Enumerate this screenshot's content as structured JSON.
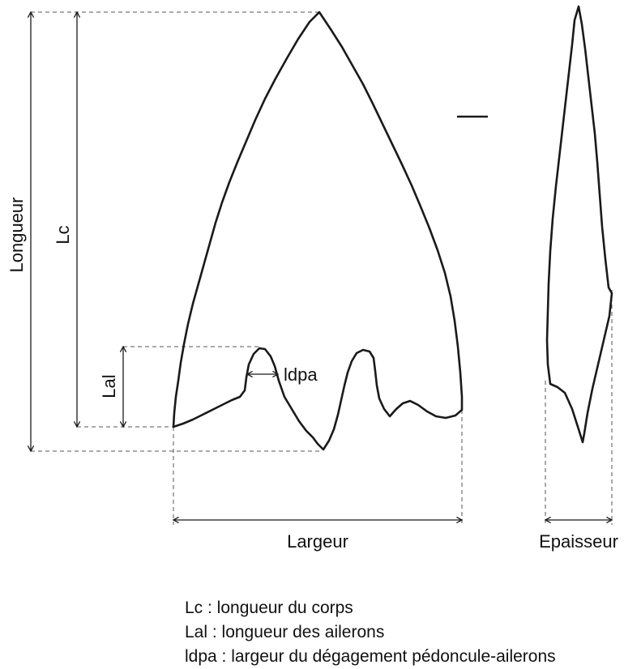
{
  "labels": {
    "longueur": "Longueur",
    "lc": "Lc",
    "lal": "Lal",
    "ldpa": "ldpa",
    "largeur": "Largeur",
    "epaisseur": "Epaisseur"
  },
  "legend": [
    "Lc : longueur du corps",
    "Lal : longueur des ailerons",
    "ldpa : largeur du dégagement pédoncule-ailerons"
  ]
}
